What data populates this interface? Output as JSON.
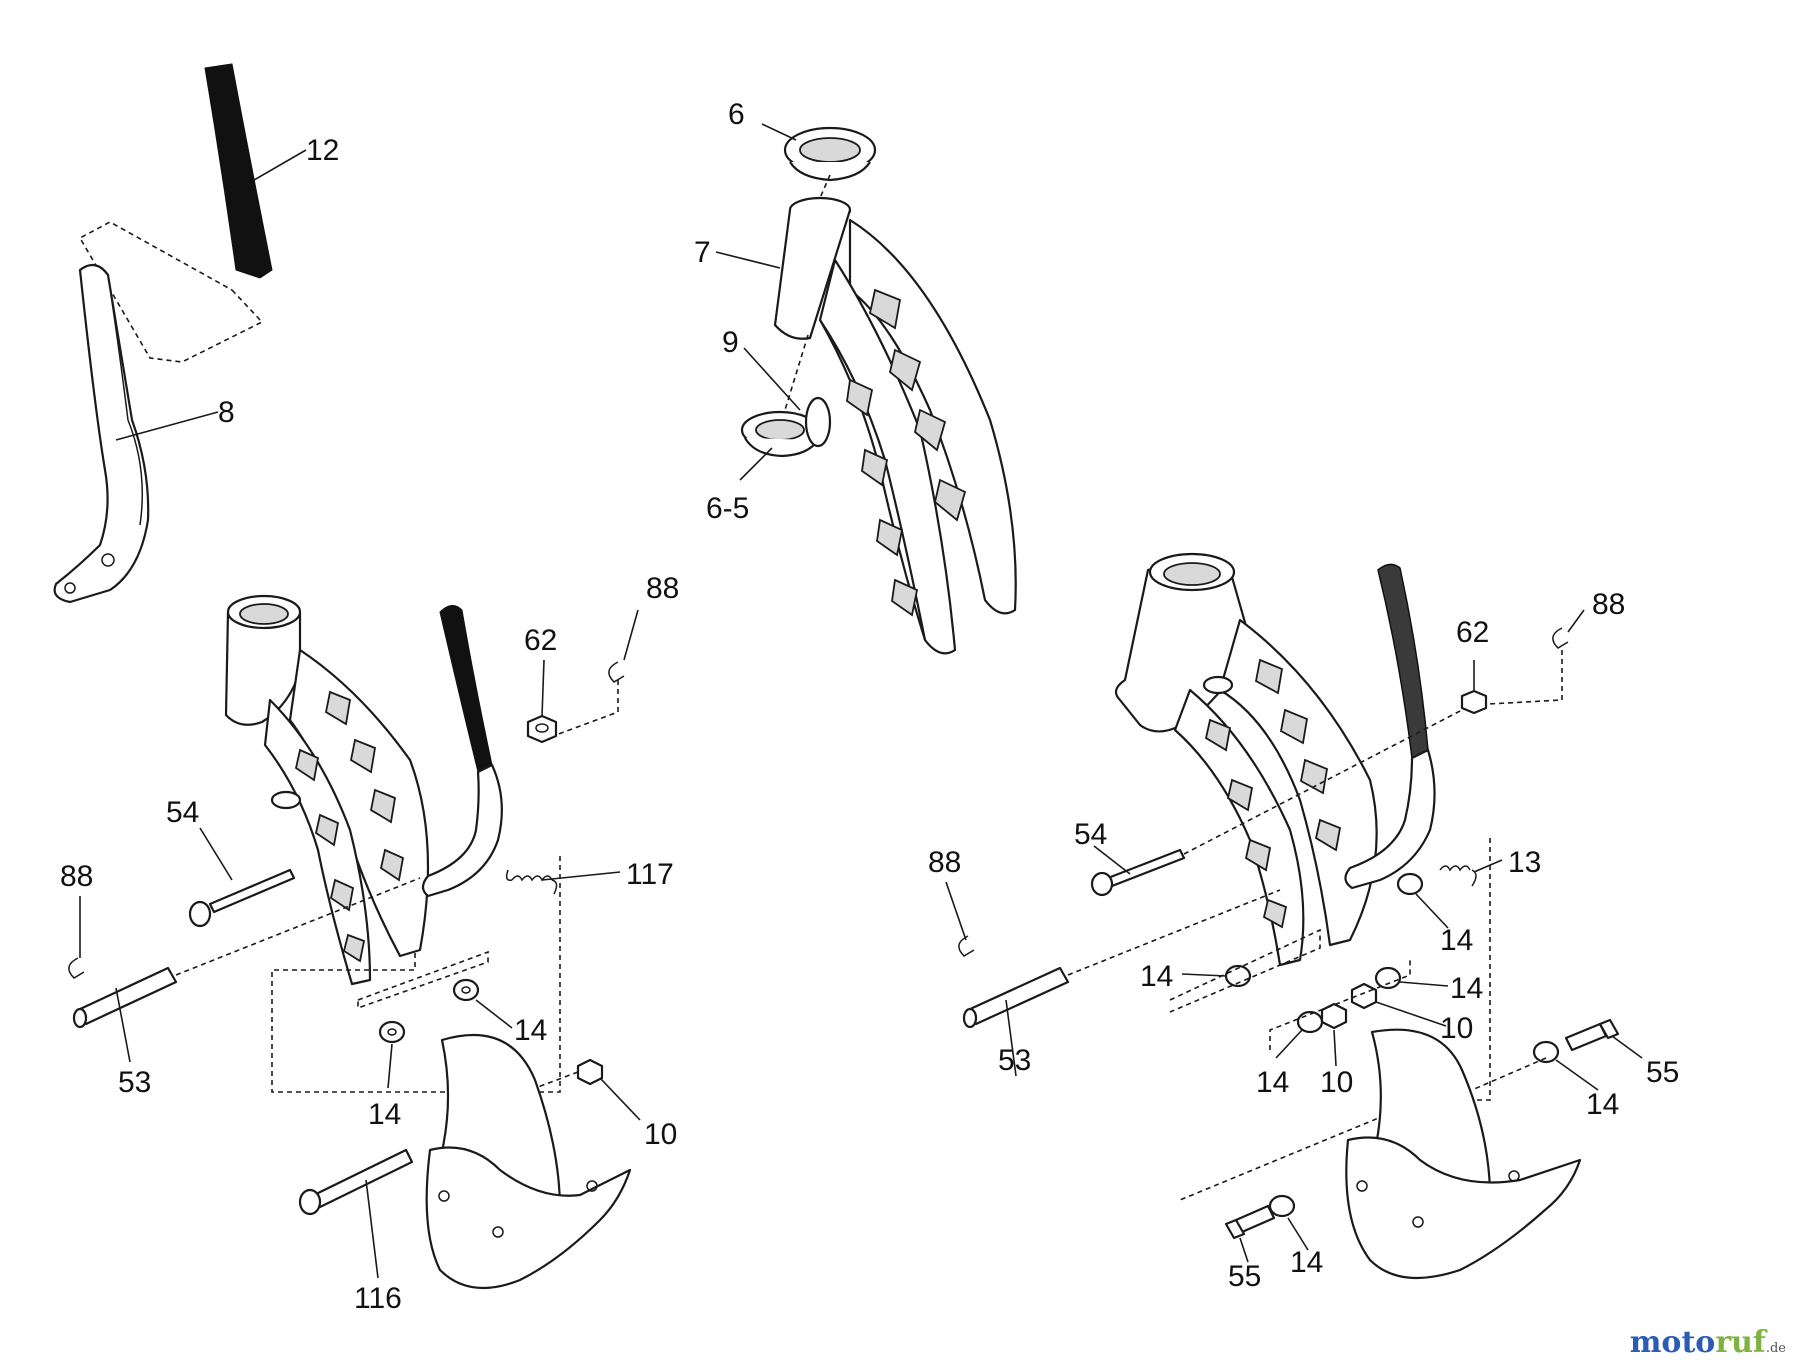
{
  "callouts": {
    "c6": "6",
    "c7": "7",
    "c9": "9",
    "c6_5": "6-5",
    "c12": "12",
    "c8": "8",
    "c62_left": "62",
    "c88_top_left": "88",
    "c54_left": "54",
    "c117": "117",
    "c88_left": "88",
    "c53_left": "53",
    "c14_left_a": "14",
    "c14_left_b": "14",
    "c10_left": "10",
    "c116": "116",
    "c62_right": "62",
    "c88_top_right": "88",
    "c54_right": "54",
    "c13": "13",
    "c88_right": "88",
    "c14_right_a": "14",
    "c14_right_b": "14",
    "c14_right_c": "14",
    "c14_right_d": "14",
    "c14_right_e": "14",
    "c14_right_f": "14",
    "c10_right_a": "10",
    "c10_right_b": "10",
    "c53_right": "53",
    "c55_right_a": "55",
    "c55_right_b": "55"
  },
  "watermark": {
    "text_a": "moto",
    "text_b": "ruf",
    "suffix": ".de"
  }
}
